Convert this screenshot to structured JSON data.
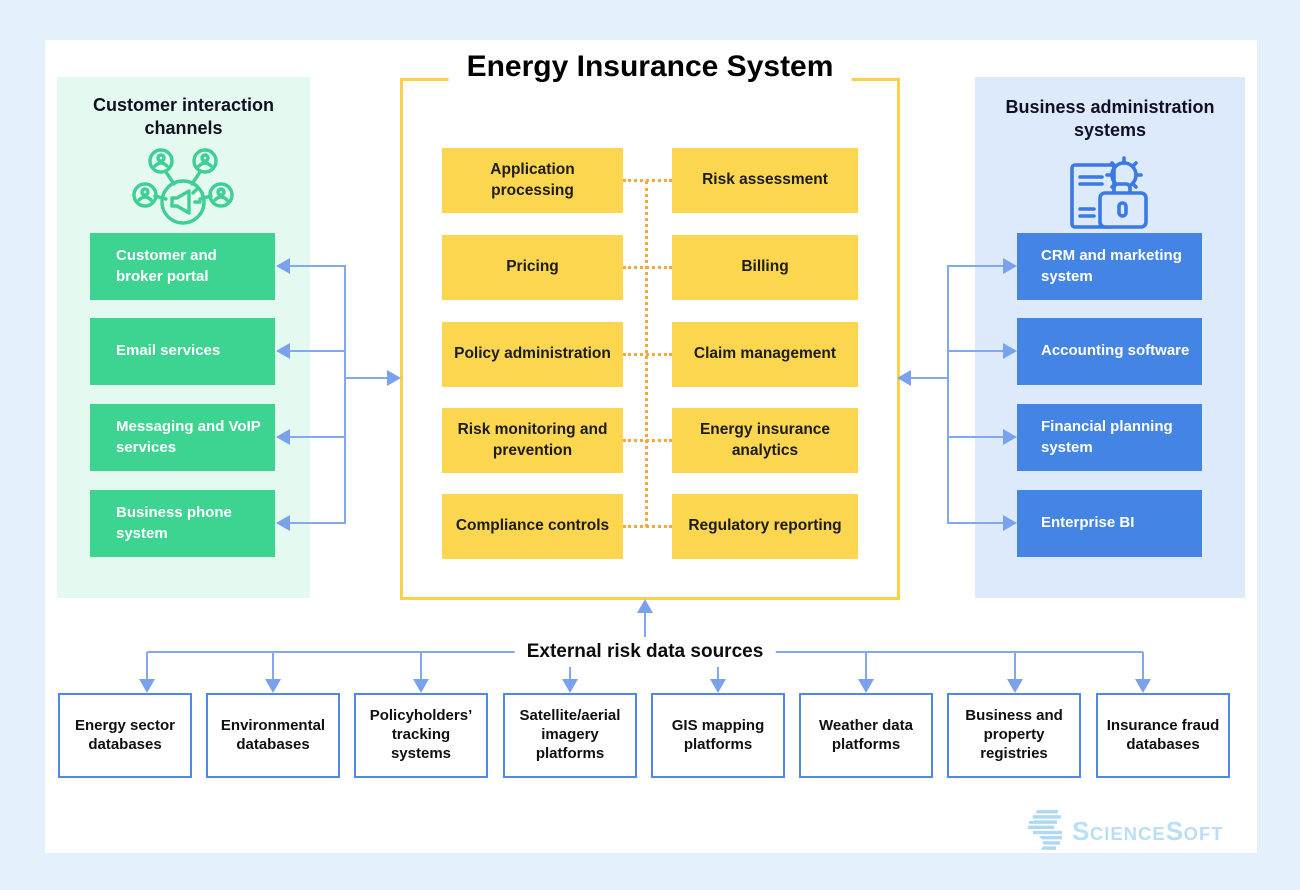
{
  "title": "Energy Insurance System",
  "left_panel": {
    "title": "Customer interaction channels",
    "icon": "customer-channels-icon",
    "items": [
      "Customer and broker portal",
      "Email services",
      "Messaging and VoIP services",
      "Business phone system"
    ]
  },
  "center": {
    "left_column": [
      "Application processing",
      "Pricing",
      "Policy administration",
      "Risk monitoring and prevention",
      "Compliance controls"
    ],
    "right_column": [
      "Risk assessment",
      "Billing",
      "Claim management",
      "Energy insurance analytics",
      "Regulatory reporting"
    ]
  },
  "right_panel": {
    "title": "Business administration systems",
    "icon": "business-admin-icon",
    "items": [
      "CRM and marketing system",
      "Accounting software",
      "Financial planning system",
      "Enterprise BI"
    ]
  },
  "bottom": {
    "label": "External risk data sources",
    "sources": [
      "Energy sector databases",
      "Environmental databases",
      "Policyholders’ tracking systems",
      "Satellite/aerial imagery platforms",
      "GIS mapping platforms",
      "Weather data platforms",
      "Business and property registries",
      "Insurance fraud databases"
    ]
  },
  "branding": {
    "logo_text": "ScienceSoft",
    "logo_parts": [
      "S",
      "cience",
      "S",
      "oft"
    ]
  },
  "colors": {
    "page_bg": "#e4f1fd",
    "canvas_bg": "#ffffff",
    "mint_panel": "#e4f9ef",
    "green_box": "#3dd492",
    "blue_panel": "#dceafb",
    "blue_box": "#4484e4",
    "yellow_box": "#fbd64e",
    "yellow_frame": "#fbd14b",
    "dotted_connector": "#f4a93f",
    "arrow_blue": "#7aa2ec",
    "source_border": "#4e88e8",
    "logo_blue": "#b9def5"
  }
}
